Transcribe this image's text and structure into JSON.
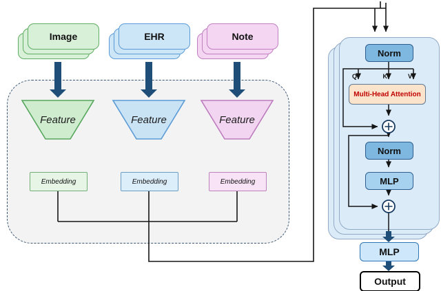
{
  "modalities": [
    {
      "label": "Image",
      "feature_label": "Feature",
      "embedding_label": "Embedding",
      "color": "#5fae63"
    },
    {
      "label": "EHR",
      "feature_label": "Feature",
      "embedding_label": "Embedding",
      "color": "#5b9bd5"
    },
    {
      "label": "Note",
      "feature_label": "Feature",
      "embedding_label": "Embedding",
      "color": "#c07fc0"
    }
  ],
  "transformer_block": {
    "norm1_label": "Norm",
    "q_label": "Q",
    "k_label": "K",
    "v_label": "V",
    "attention_label": "Multi-Head Attention",
    "norm2_label": "Norm",
    "mlp_label": "MLP"
  },
  "output_head": {
    "mlp_label": "MLP",
    "output_label": "Output"
  },
  "colors": {
    "input_arrow": "#1f4e79",
    "wire": "#151515",
    "attention_text": "#c00000",
    "image_fill": "#d8efd8",
    "ehr_fill": "#cde6f7",
    "note_fill": "#f4d6f2",
    "block_fill": "#dcebf8",
    "norm_fill": "#7eb8e0",
    "inner_mlp_fill": "#a6d2ef",
    "attention_fill": "#fbe3cc",
    "head_mlp_fill": "#cfe7fa"
  }
}
